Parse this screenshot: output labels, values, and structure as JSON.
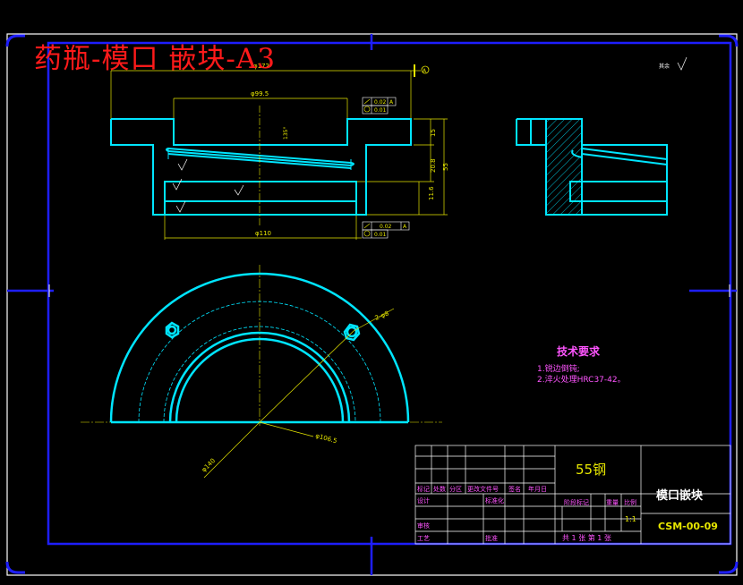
{
  "drawing": {
    "title": "药瓶-模口 嵌块-A3",
    "background": "#000000",
    "frame_color": "#1e1eff",
    "outline_color": "#00e5ff",
    "dimension_color": "#e6e600",
    "text_color": "#ff55ff",
    "title_color": "#ff1a1a"
  },
  "dimensions": {
    "d172": "φ172",
    "d995": "φ99.5",
    "d110": "φ110",
    "a135": "135°",
    "h15": "15",
    "h20": "20.8",
    "h55": "55",
    "h116": "11.6",
    "r2": "2-φ8",
    "d1065": "φ106.5",
    "d140": "φ140",
    "tol1": "0.02",
    "tol2": "0.01",
    "datum": "A",
    "rough": "其余"
  },
  "tech_req": {
    "heading": "技术要求",
    "items": [
      "1.锐边倒钝;",
      "2.淬火处理HRC37-42。"
    ]
  },
  "title_block": {
    "material": "55钢",
    "part_name": "模口嵌块",
    "drawing_no": "CSM-00-09",
    "scale": "1:1",
    "row_labels": [
      "标记",
      "处数",
      "分区",
      "更改文件号",
      "签名",
      "年月日"
    ],
    "design": "设计",
    "standard": "标准化",
    "review": "审核",
    "process": "工艺",
    "approve": "批准",
    "stage_mark": "阶段标记",
    "weight": "重量",
    "scale_label": "比例",
    "sheets": "共 1 张  第 1 张"
  }
}
